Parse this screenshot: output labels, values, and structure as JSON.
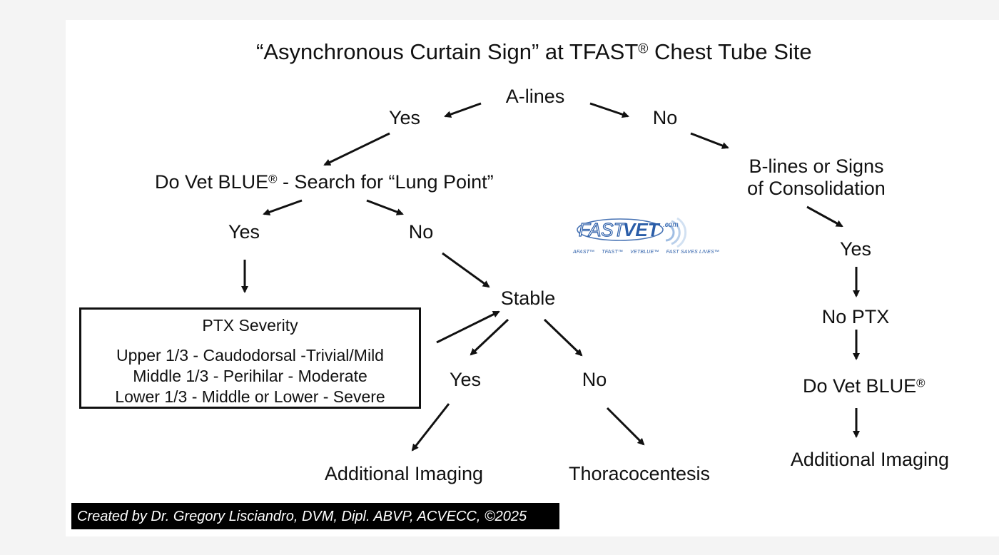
{
  "title": {
    "text": "“Asynchronous Curtain Sign” at TFAST",
    "reg": "®",
    "suffix": " Chest Tube Site"
  },
  "nodes": {
    "a_lines": "A-lines",
    "yes_1": "Yes",
    "no_1": "No",
    "do_vet_blue_prefix": "Do Vet BLUE",
    "do_vet_blue_reg": "®",
    "do_vet_blue_suffix": " - Search for “Lung Point”",
    "yes_2": "Yes",
    "no_2": "No",
    "stable": "Stable",
    "yes_3": "Yes",
    "no_3": "No",
    "additional_imaging_left": "Additional Imaging",
    "thoracocentesis": "Thoracocentesis",
    "b_lines_line1": "B-lines or Signs",
    "b_lines_line2": "of Consolidation",
    "yes_right": "Yes",
    "no_ptx": "No PTX",
    "do_vet_blue_right": "Do Vet BLUE",
    "do_vet_blue_right_reg": "®",
    "additional_imaging_right": "Additional Imaging"
  },
  "ptx_box": {
    "heading": "PTX Severity",
    "lines": [
      "Upper 1/3 - Caudodorsal -Trivial/Mild",
      "Middle 1/3 - Perihilar - Moderate",
      "Lower 1/3 - Middle or Lower - Severe"
    ]
  },
  "logo": {
    "brand_left": "FAST",
    "brand_right": "VET",
    "domain": ".com",
    "tagline": [
      "AFAST™",
      "TFAST™",
      "VETBLUE™",
      "FAST SAVES LIVES™"
    ],
    "color": "#2a5da8"
  },
  "footer": {
    "credit": "Created by Dr. Gregory Lisciandro, DVM, Dipl. ABVP, ACVECC, ©2025"
  },
  "colors": {
    "text": "#111111",
    "footer_bg": "#000000",
    "footer_text": "#ffffff"
  }
}
